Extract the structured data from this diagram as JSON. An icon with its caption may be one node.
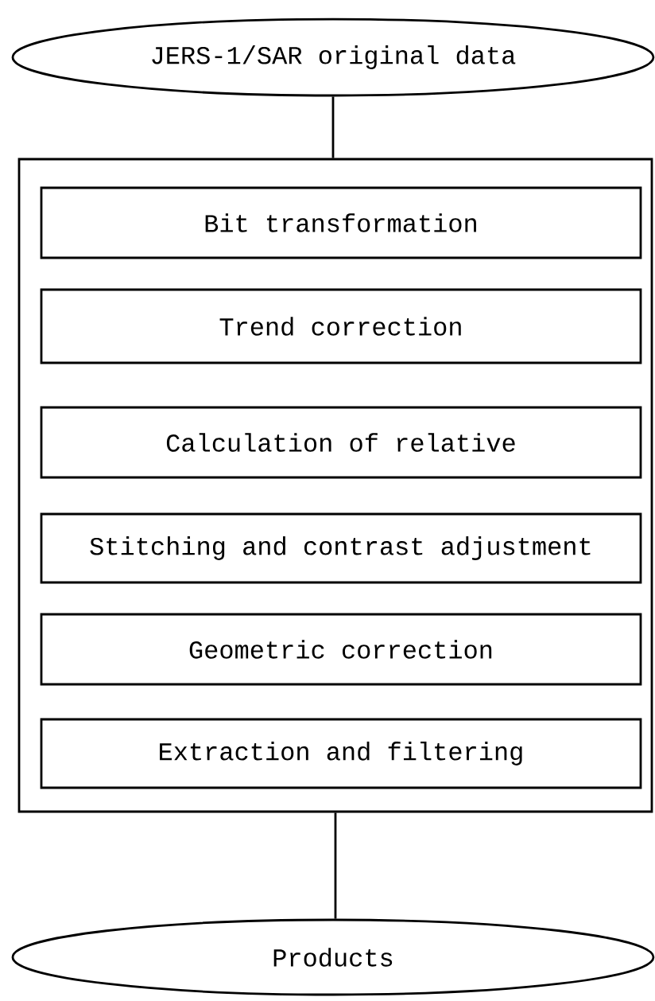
{
  "diagram": {
    "nodes": [
      {
        "text": [
          "JERS-1/SAR original data"
        ]
      },
      {
        "text": [],
        "shape": "box"
      },
      {
        "text": [
          "Bit transformation"
        ],
        "in": 1
      },
      {
        "text": [
          "Trend correction"
        ],
        "in": 1
      },
      {
        "text": [
          "Calculation of relative"
        ],
        "in": 1
      },
      {
        "text": [
          "Stitching and contrast adjustment"
        ],
        "in": 1
      },
      {
        "text": [
          "Geometric correction"
        ],
        "in": 1
      },
      {
        "text": [
          "Extraction and filtering"
        ],
        "in": 1
      },
      {
        "text": [
          "Products"
        ]
      }
    ],
    "edges": [
      {
        "from": 0,
        "to": 1,
        "arrow": "none"
      },
      {
        "from": 1,
        "to": 8,
        "arrow": "none"
      }
    ]
  }
}
